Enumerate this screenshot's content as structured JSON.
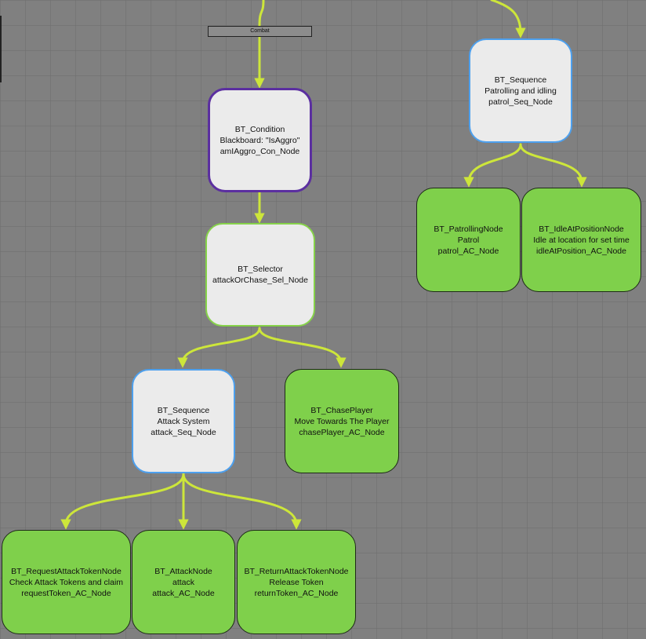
{
  "colors": {
    "edge": "#cde63a",
    "composite_fill": "#ebebeb",
    "action_fill": "#7fd04b",
    "condition_border": "#5b2fa0",
    "selector_border": "#86d24a",
    "sequence_border": "#4da0ee"
  },
  "combat_label": "Combat",
  "nodes": {
    "condition": {
      "type": "BT_Condition",
      "desc": "Blackboard: \"IsAggro\"",
      "name": "amIAggro_Con_Node"
    },
    "selector": {
      "type": "BT_Selector",
      "desc": "",
      "name": "attackOrChase_Sel_Node"
    },
    "attack_seq": {
      "type": "BT_Sequence",
      "desc": "Attack System",
      "name": "attack_Seq_Node"
    },
    "chase": {
      "type": "BT_ChasePlayer",
      "desc": "Move Towards The Player",
      "name": "chasePlayer_AC_Node"
    },
    "request_token": {
      "type": "BT_RequestAttackTokenNode",
      "desc": "Check Attack Tokens and claim",
      "name": "requestToken_AC_Node"
    },
    "attack": {
      "type": "BT_AttackNode",
      "desc": "attack",
      "name": "attack_AC_Node"
    },
    "return_token": {
      "type": "BT_ReturnAttackTokenNode",
      "desc": "Release Token",
      "name": "returnToken_AC_Node"
    },
    "patrol_seq": {
      "type": "BT_Sequence",
      "desc": "Patrolling and idling",
      "name": "patrol_Seq_Node"
    },
    "patrolling": {
      "type": "BT_PatrollingNode",
      "desc": "Patrol",
      "name": "patrol_AC_Node"
    },
    "idle": {
      "type": "BT_IdleAtPositionNode",
      "desc": "Idle at location for set time",
      "name": "idleAtPosition_AC_Node"
    }
  }
}
